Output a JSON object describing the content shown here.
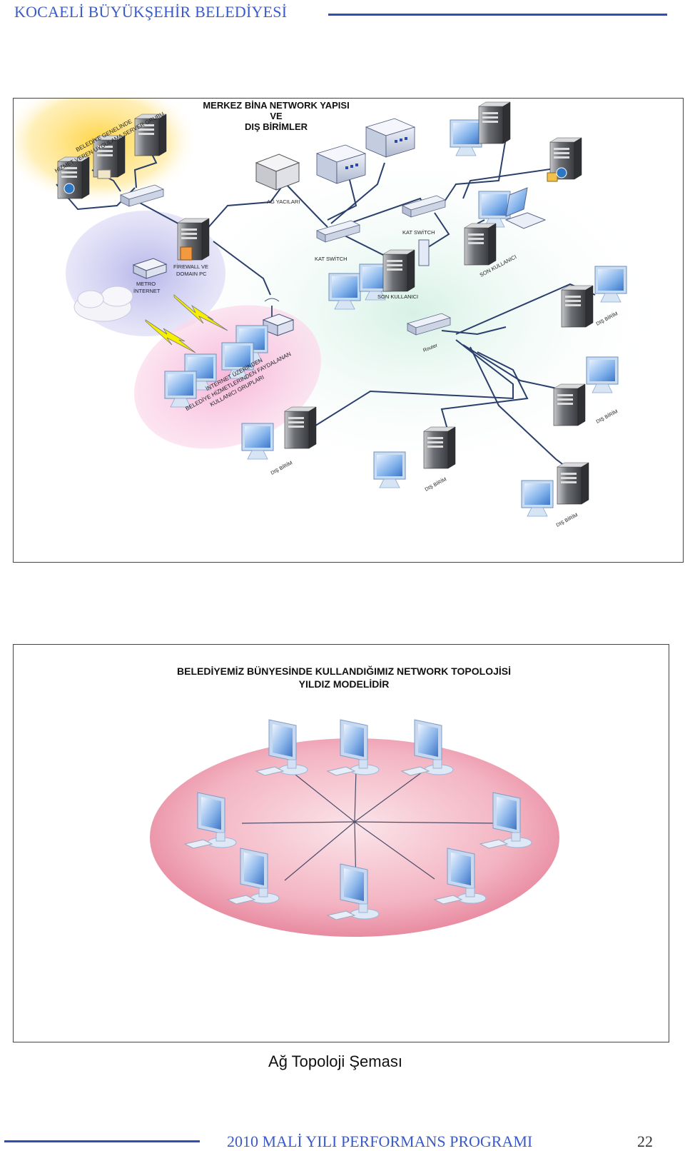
{
  "header": {
    "title": "KOCAELİ BÜYÜKŞEHİR BELEDİYESİ"
  },
  "figure1": {
    "title_line1": "MERKEZ BİNA NETWORK YAPISI",
    "title_line2": "VE",
    "title_line3": "DIŞ BİRİMLER",
    "server_group_line1": "BELEDİYE GENELİNDE",
    "server_group_line2": "HİZMET VEREN UYGULAMA SERVER GRUBU",
    "printers": "AĞ YACILARI",
    "firewall_line1": "FİREWALL VE",
    "firewall_line2": "DOMAIN PC",
    "metro_line1": "METRO",
    "metro_line2": "İNTERNET",
    "kat_switch_1": "KAT SWİTCH",
    "kat_switch_2": "KAT SWİTCH",
    "son_kullanici_1": "SON KULLANICI",
    "son_kullanici_2": "SON KULLANICI",
    "router": "Router",
    "internet_group_line1": "İNTERNET ÜZERİNDEN",
    "internet_group_line2": "BELEDİYE HİZMETLERİNDEN FAYDALANAN",
    "internet_group_line3": "KULLANICI GRUPLARI",
    "dis_birim": "DIŞ BİRİM"
  },
  "figure2": {
    "title_line1": "BELEDİYEMİZ BÜNYESİNDE KULLANDIĞIMIZ NETWORK TOPOLOJİSİ",
    "title_line2": "YILDIZ MODELİDİR"
  },
  "caption": "Ağ Topoloji Şeması",
  "footer": {
    "title": "2010 MALİ YILI PERFORMANS PROGRAMI",
    "page_number": "22"
  },
  "colors": {
    "header_blue": "#3a5bc7",
    "rule_blue": "#2f4db3",
    "ellipse_pink": "#f2a7b6",
    "link_navy": "#2b3f6c"
  }
}
